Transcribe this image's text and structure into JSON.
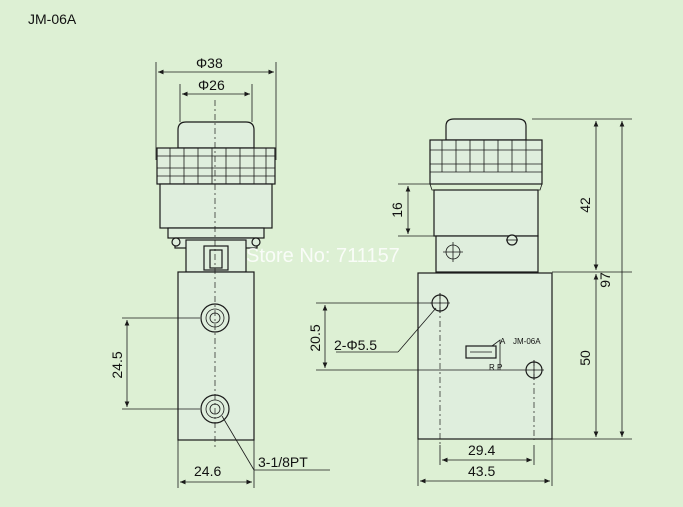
{
  "model_title": "JM-06A",
  "dimensions": {
    "outer_diameter": "Φ38",
    "inner_diameter": "Φ26",
    "height_16": "16",
    "height_42": "42",
    "height_97": "97",
    "height_50": "50",
    "spacing_20_5": "20.5",
    "spacing_24_5": "24.5",
    "holes": "2-Φ5.5",
    "thread": "3-1/8PT",
    "width_24_6": "24.6",
    "width_29_4": "29.4",
    "width_43_5": "43.5"
  },
  "label_plate": {
    "model": "JM-06A",
    "port_a": "A",
    "ports_rp": "R P"
  },
  "watermark": "Store No: 711157"
}
